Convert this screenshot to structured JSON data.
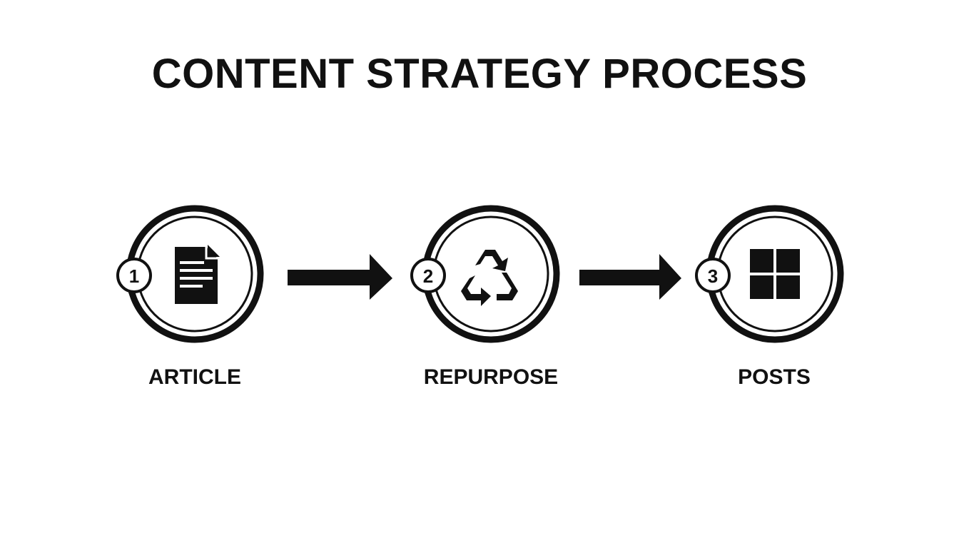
{
  "title": "CONTENT STRATEGY PROCESS",
  "steps": [
    {
      "number": "1",
      "label": "ARTICLE",
      "icon": "document-icon"
    },
    {
      "number": "2",
      "label": "REPURPOSE",
      "icon": "recycle-icon"
    },
    {
      "number": "3",
      "label": "POSTS",
      "icon": "grid-icon"
    }
  ],
  "colors": {
    "foreground": "#111111",
    "background": "#ffffff"
  }
}
